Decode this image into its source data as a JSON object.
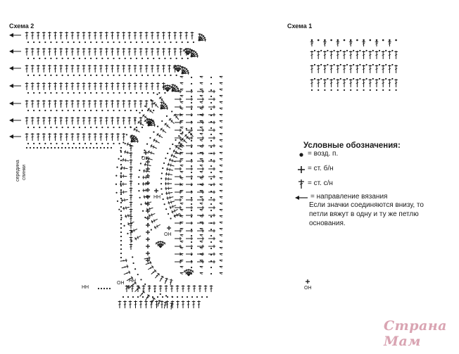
{
  "schema2": {
    "title": "Схема 2"
  },
  "schema1": {
    "title": "Схема 1"
  },
  "side_label": {
    "line1": "середина",
    "line2": "спинки"
  },
  "marks": {
    "oh": "ОН",
    "nn": "НН"
  },
  "legend": {
    "title": "Условные обозначения:",
    "items": [
      {
        "symbol": "dot",
        "text": "= возд. п."
      },
      {
        "symbol": "plus",
        "text": "= ст. б/н"
      },
      {
        "symbol": "dagger",
        "text": "= ст. с/н"
      },
      {
        "symbol": "arrow",
        "text": "= направление вязания"
      }
    ],
    "note_lines": [
      "Если значки соединяются внизу, то",
      "петли вяжут в одну и ту же петлю",
      "основания."
    ]
  },
  "watermark": "Страна Мам"
}
